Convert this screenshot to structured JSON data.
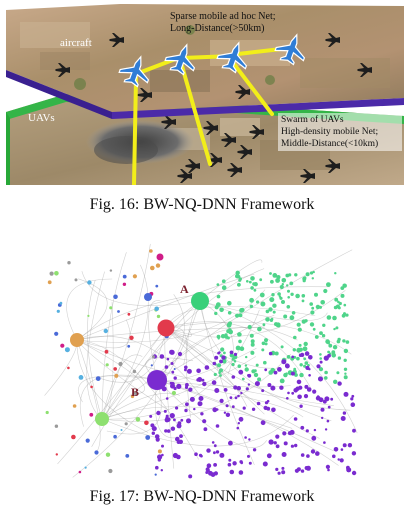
{
  "figure1": {
    "labels": {
      "aircraft": "aircraft",
      "uavs": "UAVs",
      "sparse_line1": "Sparse mobile ad hoc Net;",
      "sparse_line2": "Long-Distance(>50km)",
      "swarm_line1": "Swarm of UAVs",
      "swarm_line2": "High-density mobile Net;",
      "swarm_line3": "Middle-Distance(<10km)"
    },
    "caption": "Fig. 16: BW-NQ-DNN Framework",
    "colors": {
      "plane": "#2f7dd6",
      "link": "#f2ee1a",
      "top_layer_edge": "#4b2aa8",
      "bottom_layer_edge": "#27a838"
    }
  },
  "figure2": {
    "labels": {
      "node_a": "A",
      "node_b": "B"
    },
    "caption": "Fig. 17: BW-NQ-DNN Framework",
    "colors": {
      "green_cluster": "#4fd48a",
      "purple_cluster": "#7a2bd0",
      "hub_red": "#e23a4c",
      "hub_orange": "#e0a050",
      "hub_lime": "#8ee070",
      "hub_magenta": "#d01d88"
    }
  }
}
